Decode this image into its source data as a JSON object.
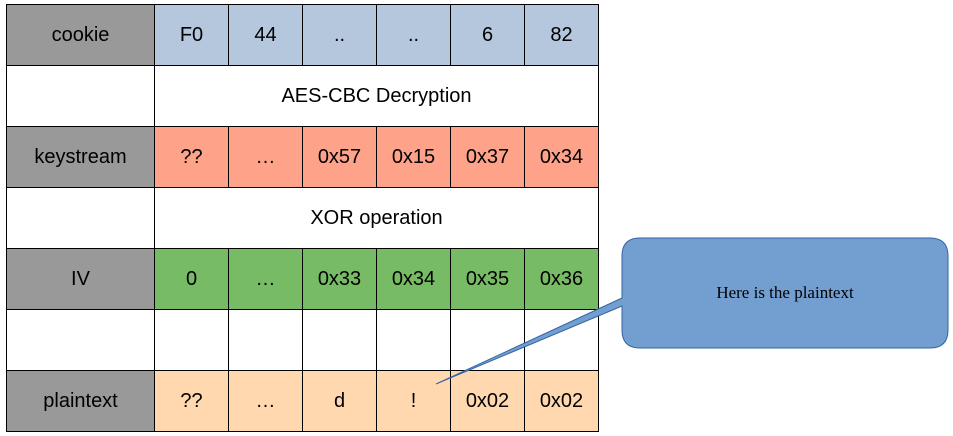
{
  "rows": [
    {
      "label": "cookie",
      "kind": "hdr",
      "values": [
        "F0",
        "44",
        "..",
        "..",
        "6",
        "82"
      ]
    },
    {
      "label": "",
      "kind": "op",
      "text": "AES-CBC Decryption"
    },
    {
      "label": "keystream",
      "kind": "keys",
      "values": [
        "??",
        "…",
        "0x57",
        "0x15",
        "0x37",
        "0x34"
      ]
    },
    {
      "label": "",
      "kind": "op",
      "text": "XOR operation"
    },
    {
      "label": "IV",
      "kind": "iv",
      "values": [
        "0",
        "…",
        "0x33",
        "0x34",
        "0x35",
        "0x36"
      ]
    },
    {
      "label": "",
      "kind": "blank",
      "values": [
        "",
        "",
        "",
        "",
        "",
        ""
      ]
    },
    {
      "label": "plaintext",
      "kind": "pt",
      "values": [
        "??",
        "…",
        "d",
        "!",
        "0x02",
        "0x02"
      ]
    }
  ],
  "callout": {
    "text": "Here is the plaintext"
  },
  "colors": {
    "label": "#999999",
    "cookie": "#b4c7dc",
    "keystream": "#ffa28a",
    "iv": "#77bc65",
    "plaintext": "#ffd8b0",
    "callout_fill": "#729fcf",
    "callout_stroke": "#3465a4"
  }
}
